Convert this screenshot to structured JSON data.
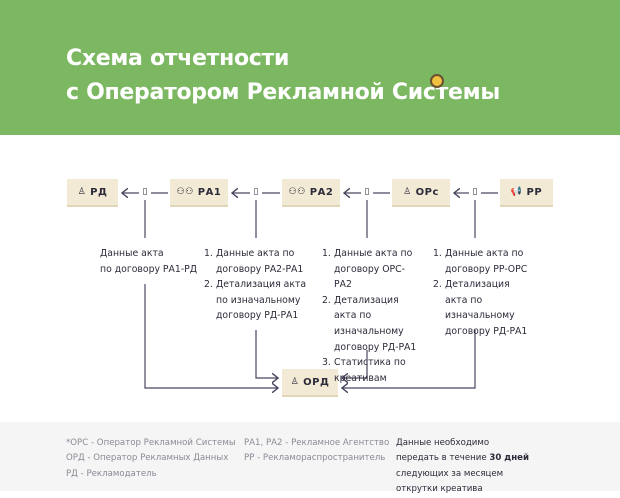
{
  "header": {
    "title_line1": "Схема отчетности",
    "title_line2": "с Оператором Рекламной Системы",
    "icon": "sparkle-icon",
    "color": "#7cb862"
  },
  "nodes": {
    "rd": {
      "label": "РД",
      "icon": "person-icon"
    },
    "ra1": {
      "label": "РА1",
      "icon": "group-icon"
    },
    "ra2": {
      "label": "РА2",
      "icon": "group-icon"
    },
    "ors": {
      "label": "ОРс",
      "icon": "person-icon"
    },
    "rr": {
      "label": "РР",
      "icon": "megaphone-icon"
    },
    "ord": {
      "label": "ОРД",
      "icon": "person-icon"
    }
  },
  "descriptions": {
    "rd": {
      "line1": "Данные акта",
      "line2": "по договору РА1-РД"
    },
    "ra1": [
      {
        "n": "1.",
        "text": "Данные акта по договору РА2-РА1"
      },
      {
        "n": "2.",
        "text": "Детализация акта по изначальному договору РД-РА1"
      }
    ],
    "ra2": [
      {
        "n": "1.",
        "text": "Данные акта по договору ОРС-РА2"
      },
      {
        "n": "2.",
        "text": "Детализация акта по изначальному договору РД-РА1"
      },
      {
        "n": "3.",
        "text": "Статистика по креативам"
      }
    ],
    "ors": [
      {
        "n": "1.",
        "text": "Данные акта по договору РР-ОРС"
      },
      {
        "n": "2.",
        "text": "Детализация акта по изначальному договору РД-РА1"
      }
    ]
  },
  "footer": {
    "legend1": [
      "*ОРС - Оператор Рекламной Системы",
      "ОРД - Оператор Рекламных Данных",
      "РД - Рекламодатель"
    ],
    "legend2": [
      "РА1, РА2 - Рекламное Агентство",
      "РР - Рекламораспространитель"
    ],
    "note_pre": "Данные необходимо передать в течение ",
    "note_bold": "30 дней",
    "note_post": " следующих за месяцем открутки креатива"
  }
}
